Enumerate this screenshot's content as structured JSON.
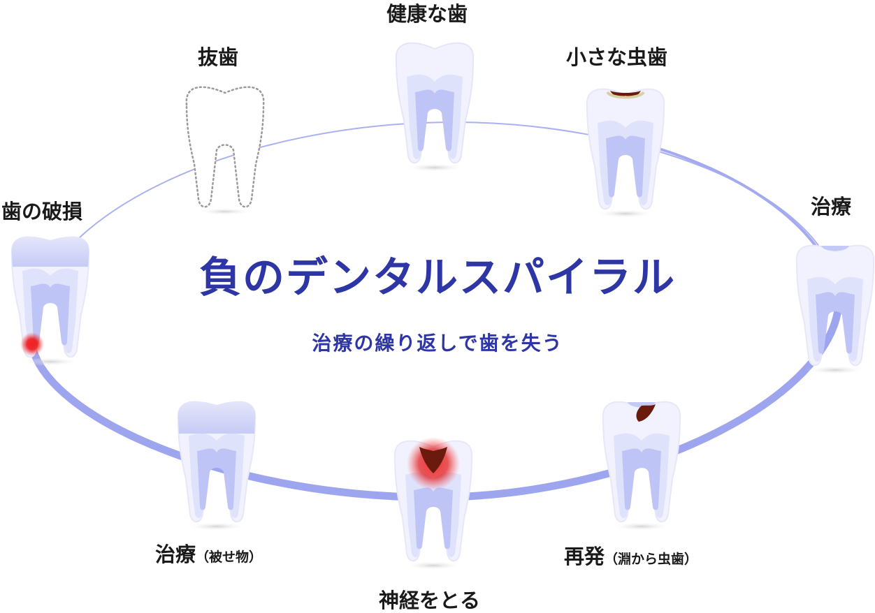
{
  "title": "負のデンタルスパイラル",
  "subtitle": "治療の繰り返しで歯を失う",
  "stages": {
    "healthy": {
      "label": "健康な歯"
    },
    "small_cavity": {
      "label": "小さな虫歯"
    },
    "treatment": {
      "label": "治療"
    },
    "recurrence": {
      "label": "再発",
      "note": "（淵から虫歯）"
    },
    "nerve": {
      "label": "神経をとる"
    },
    "crown": {
      "label": "治療",
      "note": "（被せ物）"
    },
    "fracture": {
      "label": "歯の破損"
    },
    "extraction": {
      "label": "抜歯"
    }
  },
  "colors": {
    "accent": "#2e36a6",
    "ring": "#9ea5ef",
    "tooth_core": "#b9bff5",
    "tooth_shell": "#e8eafc",
    "decay": "#6b1a0e",
    "inflammation": "#e01010"
  }
}
